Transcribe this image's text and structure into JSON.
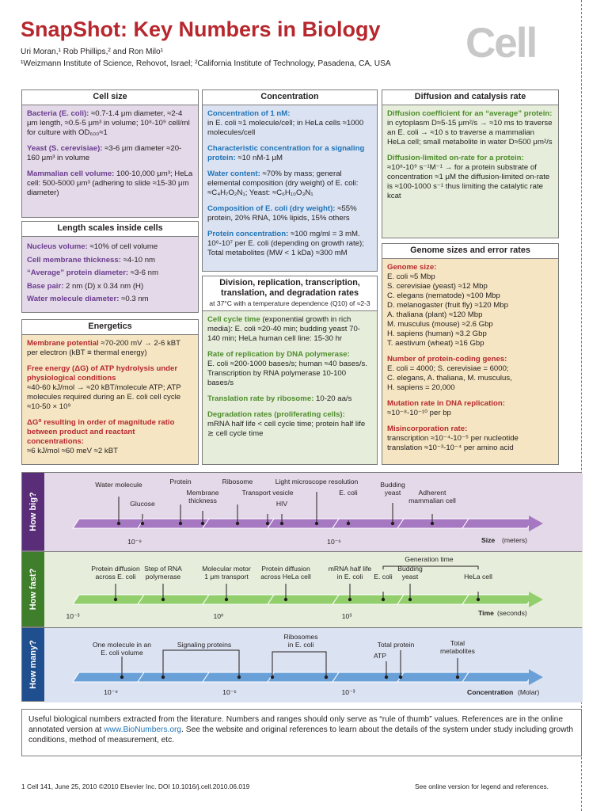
{
  "header": {
    "title": "SnapShot: Key Numbers in Biology",
    "authors": "Uri Moran,¹ Rob Phillips,² and Ron Milo¹",
    "affiliations": "¹Weizmann Institute of Science, Rehovot, Israel; ²California Institute of Technology, Pasadena, CA, USA",
    "logo": "Cell"
  },
  "cell_size": {
    "title": "Cell size",
    "bacteria": {
      "key": "Bacteria (E. coli):",
      "text": " ≈0.7-1.4 μm diameter, ≈2-4 μm length, ≈0.5-5 μm³ in volume; 10⁸-10⁹ cell/ml for culture with OD₆₀₀≈1"
    },
    "yeast": {
      "key": "Yeast (S. cerevisiae):",
      "text": " ≈3-6 μm diameter ≈20-160 μm³ in volume"
    },
    "mammalian": {
      "key": "Mammalian cell volume:",
      "text": " 100-10,000 μm³; HeLa cell: 500-5000 μm³ (adhering to slide ≈15-30 μm diameter)"
    }
  },
  "length_scales": {
    "title": "Length scales inside cells",
    "items": [
      {
        "key": "Nucleus volume:",
        "text": " ≈10% of cell volume"
      },
      {
        "key": "Cell membrane thickness:",
        "text": " ≈4-10 nm"
      },
      {
        "key": "“Average” protein diameter:",
        "text": " ≈3-6 nm"
      },
      {
        "key": "Base pair:",
        "text": " 2 nm (D) x 0.34 nm (H)"
      },
      {
        "key": "Water molecule diameter:",
        "text": " ≈0.3 nm"
      }
    ]
  },
  "energetics": {
    "title": "Energetics",
    "membrane": {
      "key": "Membrane potential",
      "text": " ≈70-200 mV → 2-6 kBT per electron (kBT ≡ thermal energy)"
    },
    "free_energy": {
      "key": "Free energy (ΔG) of ATP hydrolysis under physiological conditions",
      "text": "≈40-60 kJ/mol → ≈20 kBT/molecule ATP; ATP molecules required during an E. coli cell cycle ≈10-50 × 10⁹"
    },
    "dg0": {
      "key": "ΔG⁰ resulting in order of magnitude ratio between product and reactant concentrations:",
      "text": "≈6 kJ/mol ≈60 meV ≈2 kBT"
    }
  },
  "concentration": {
    "title": "Concentration",
    "c1": {
      "key": "Concentration of 1 nM:",
      "text": "in E. coli ≈1 molecule/cell; in HeLa cells ≈1000 molecules/cell"
    },
    "c2": {
      "key": "Characteristic concentration for a signaling protein:",
      "text": " ≈10 nM-1 μM"
    },
    "c3": {
      "key": "Water content:",
      "text": " ≈70% by mass; general elemental composition (dry weight) of E. coli: ≈C₄H₇O₂N₁; Yeast: ≈C₆H₁₀O₃N₁"
    },
    "c4": {
      "key": "Composition of E. coli (dry weight):",
      "text": " ≈55% protein, 20% RNA, 10% lipids, 15% others"
    },
    "c5": {
      "key": "Protein concentration:",
      "text": " ≈100 mg/ml = 3 mM. 10⁶-10⁷ per E. coli (depending on growth rate); Total metabolites (MW < 1 kDa) ≈300 mM"
    }
  },
  "division": {
    "title": "Division, replication, transcription, translation, and degradation rates",
    "subtitle": "at 37°C with a temperature dependence (Q10) of ≈2-3",
    "d1": {
      "key": "Cell cycle time",
      "text": " (exponential growth in rich media): E. coli ≈20-40 min; budding yeast 70-140 min; HeLa human cell line: 15-30 hr"
    },
    "d2": {
      "key": "Rate of replication by DNA polymerase:",
      "text": "E. coli ≈200-1000 bases/s; human ≈40 bases/s. Transcription by RNA polymerase 10-100 bases/s"
    },
    "d3": {
      "key": "Translation rate by ribosome:",
      "text": " 10-20 aa/s"
    },
    "d4": {
      "key": "Degradation rates (proliferating cells):",
      "text": "mRNA half life < cell cycle time; protein half life ≳ cell cycle time"
    }
  },
  "diffusion": {
    "title": "Diffusion and catalysis rate",
    "d1": {
      "key": "Diffusion coefficient for an “average” protein:",
      "text": " in cytoplasm D≈5-15 μm²/s → ≈10 ms to traverse an E. coli → ≈10 s to traverse a mammalian HeLa cell; small metabolite in water D≈500 μm²/s"
    },
    "d2": {
      "key": "Diffusion-limited on-rate for a protein:",
      "text": " ≈10⁸-10⁹ s⁻¹M⁻¹ → for a protein substrate of concentration ≈1 μM the diffusion-limited on-rate is ≈100-1000 s⁻¹ thus limiting the catalytic rate kcat"
    }
  },
  "genome": {
    "title": "Genome sizes and error rates",
    "g_key": "Genome size:",
    "g_lines": [
      "E. coli ≈5 Mbp",
      "S. cerevisiae (yeast) ≈12 Mbp",
      "C. elegans (nematode) ≈100 Mbp",
      "D. melanogaster (fruit fly) ≈120 Mbp",
      "A. thaliana (plant) ≈120 Mbp",
      "M. musculus (mouse) ≈2.6 Gbp",
      "H. sapiens (human) ≈3.2 Gbp",
      "T. aestivum (wheat) ≈16 Gbp"
    ],
    "p_key": "Number of protein-coding genes:",
    "p_lines": [
      "E. coli = 4000; S. cerevisiae = 6000;",
      "C. elegans, A. thaliana, M. musculus,",
      "H. sapiens = 20,000"
    ],
    "m_key": "Mutation rate in DNA replication:",
    "m_line": "≈10⁻⁸-10⁻¹⁰ per bp",
    "mis_key": "Misincorporation rate:",
    "mis_lines": [
      "transcription ≈10⁻⁴-10⁻⁵ per nucleotide",
      "translation ≈10⁻³-10⁻⁴ per amino acid"
    ]
  },
  "scales": {
    "big": {
      "side": "How big?",
      "labels": [
        "Water molecule",
        "Glucose",
        "Protein",
        "Membrane thickness",
        "Ribosome",
        "Transport vesicle",
        "HIV",
        "Light microscope resolution",
        "E. coli",
        "Budding yeast",
        "Adherent mammalian cell"
      ],
      "ticks": [
        "10⁻⁹",
        "10⁻⁶"
      ],
      "axis": "Size",
      "unit": "(meters)"
    },
    "fast": {
      "side": "How fast?",
      "labels": [
        "Protein diffusion across E. coli",
        "Step of RNA polymerase",
        "Molecular motor 1 μm transport",
        "Protein diffusion across HeLa cell",
        "mRNA half life in E. coli",
        "E. coli",
        "Budding yeast",
        "HeLa cell",
        "Generation time"
      ],
      "ticks": [
        "10⁻³",
        "10⁰",
        "10³"
      ],
      "axis": "Time",
      "unit": "(seconds)"
    },
    "many": {
      "side": "How many?",
      "labels": [
        "One molecule in an E. coli volume",
        "Signaling proteins",
        "Ribosomes in E. coli",
        "Total protein",
        "ATP",
        "Total metabolites"
      ],
      "ticks": [
        "10⁻⁹",
        "10⁻⁶",
        "10⁻³"
      ],
      "axis": "Concentration",
      "unit": "(Molar)"
    },
    "colors": {
      "big": "#a678c2",
      "big_side": "#5a2d79",
      "big_bg": "#e3d9e8",
      "fast": "#92cf6c",
      "fast_side": "#3f7f2c",
      "fast_bg": "#e6eedb",
      "many": "#6aa0d8",
      "many_side": "#1f4f8f",
      "many_bg": "#dbe2f1"
    }
  },
  "note": {
    "text1": "Useful biological numbers extracted from the literature. Numbers and ranges should only serve as “rule of thumb” values. References are in the online annotated version at ",
    "link": "www.BioNumbers.org",
    "text2": ". See the website and original references to learn about the details of the system under study including growth conditions, method of measurement, etc."
  },
  "footer": {
    "left": "1   Cell 141, June 25, 2010 ©2010 Elsevier Inc.    DOI 10.1016/j.cell.2010.06.019",
    "right": "See online version for legend and references."
  }
}
